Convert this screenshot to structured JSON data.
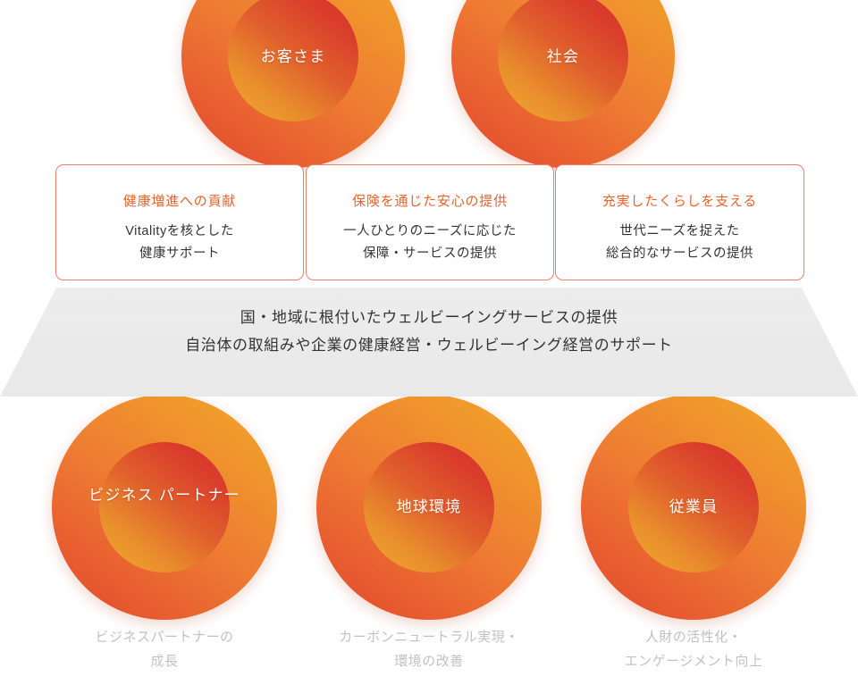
{
  "diagram": {
    "title": "ウェルビーイング価値創造図",
    "colors": {
      "accent_orange": "#e8622e",
      "card_border": "#ea8068",
      "ring_amber": "#f2a72c",
      "ring_red": "#df4a2c",
      "core_red": "#d4352b",
      "core_amber": "#efab2e",
      "platform_gray": "#ededed",
      "body_text": "#333333"
    }
  },
  "top_circles": [
    {
      "id": "customer",
      "label": "お客さま",
      "icon": "concentric-circle-icon"
    },
    {
      "id": "society",
      "label": "社会",
      "icon": "concentric-circle-icon"
    }
  ],
  "cards": [
    {
      "id": "health",
      "title": "健康増進への貢献",
      "body_lines": [
        "Vitalityを核とした",
        "健康サポート"
      ]
    },
    {
      "id": "insurance",
      "title": "保険を通じた安心の提供",
      "body_lines": [
        "一人ひとりのニーズに応じた",
        "保障・サービスの提供"
      ]
    },
    {
      "id": "life",
      "title": "充実したくらしを支える",
      "body_lines": [
        "世代ニーズを捉えた",
        "総合的なサービスの提供"
      ]
    }
  ],
  "platform": {
    "lines": [
      "国・地域に根付いたウェルビーイングサービスの提供",
      "自治体の取組みや企業の健康経営・ウェルビーイング経営のサポート"
    ]
  },
  "bottom_circles": [
    {
      "id": "partner",
      "label_lines": [
        "ビジネス",
        "パートナー"
      ],
      "caption_lines": [
        "ビジネスパートナーの",
        "成長"
      ],
      "icon": "concentric-circle-icon"
    },
    {
      "id": "earth",
      "label_lines": [
        "地球環境"
      ],
      "caption_lines": [
        "カーボンニュートラル実現・",
        "環境の改善"
      ],
      "icon": "concentric-circle-icon"
    },
    {
      "id": "employee",
      "label_lines": [
        "従業員"
      ],
      "caption_lines": [
        "人財の活性化・",
        "エンゲージメント向上"
      ],
      "icon": "concentric-circle-icon"
    }
  ]
}
